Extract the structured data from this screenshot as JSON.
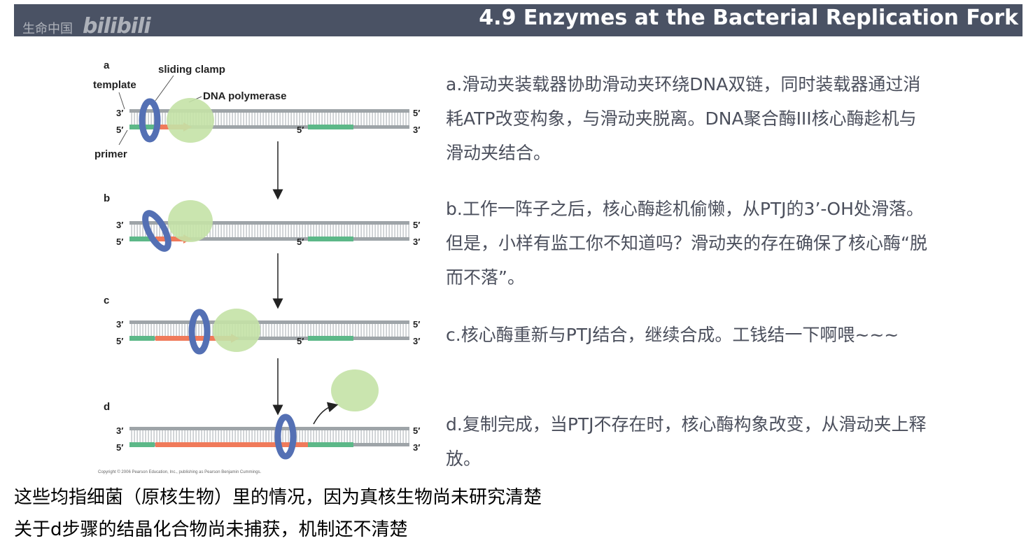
{
  "header": {
    "watermark_text": "生命中国",
    "watermark_logo": "bilibili",
    "title": "4.9 Enzymes at the Bacterial Replication Fork"
  },
  "figure": {
    "panels": [
      "a",
      "b",
      "c",
      "d"
    ],
    "labels": {
      "template": "template",
      "sliding_clamp": "sliding clamp",
      "dna_polymerase": "DNA polymerase",
      "primer": "primer"
    },
    "end_labels": {
      "three_prime": "3′",
      "five_prime": "5′"
    },
    "copyright": "Copyright © 2006 Pearson Education, Inc., publishing as Pearson Benjamin Cummings.",
    "colors": {
      "dna_strand": "#9ea4a8",
      "primer": "#5cb888",
      "new_strand": "#f07a5a",
      "clamp": "#5470b4",
      "polymerase": "#c4e2a6"
    }
  },
  "panel_texts": {
    "a": "a.滑动夹装载器协助滑动夹环绕DNA双链，同时装载器通过消耗ATP改变构象，与滑动夹脱离。DNA聚合酶III核心酶趁机与滑动夹结合。",
    "b": "b.工作一阵子之后，核心酶趁机偷懒，从PTJ的3’-OH处滑落。但是，小样有监工你不知道吗？滑动夹的存在确保了核心酶“脱而不落”。",
    "c": "c.核心酶重新与PTJ结合，继续合成。工钱结一下啊喂~~~",
    "d": "d.复制完成，当PTJ不存在时，核心酶构象改变，从滑动夹上释放。"
  },
  "notes": [
    "这些均指细菌（原核生物）里的情况，因为真核生物尚未研究清楚",
    "关于d步骤的结晶化合物尚未捕获，机制还不清楚"
  ]
}
